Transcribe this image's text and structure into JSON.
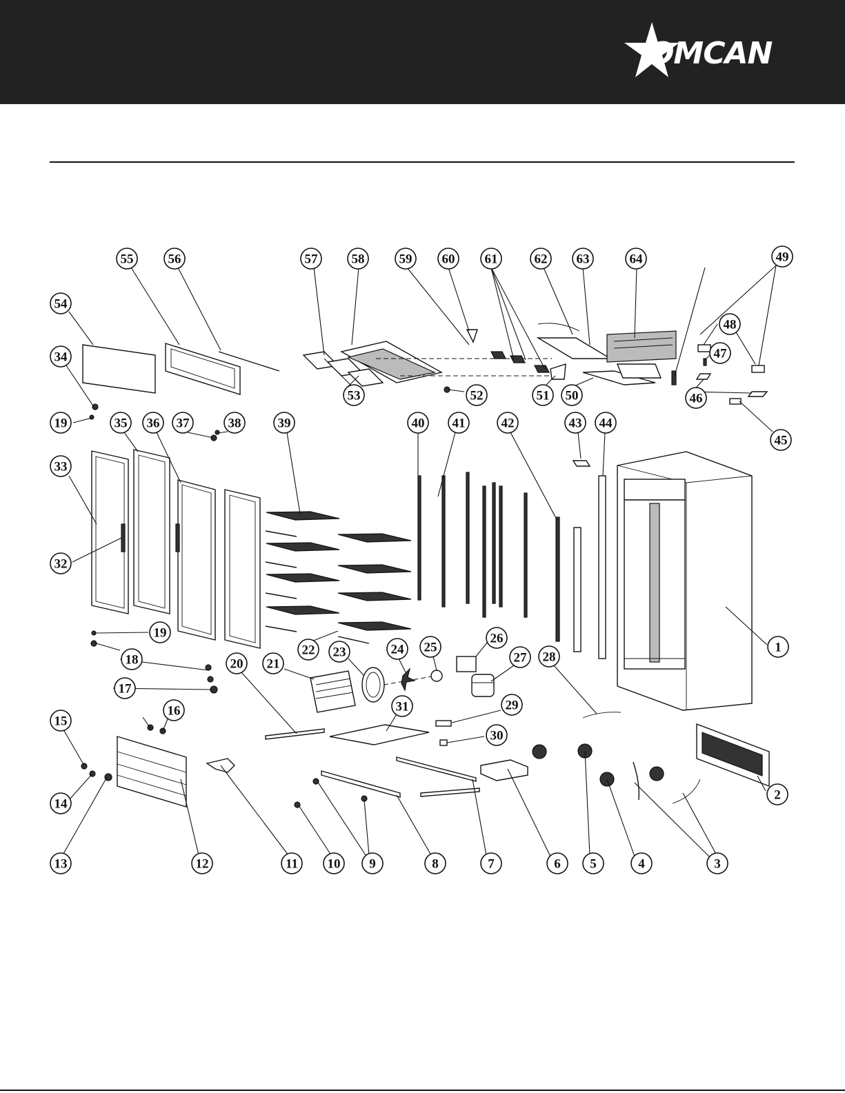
{
  "header": {
    "brand": "OMCAN",
    "background": "#222222",
    "logo_icon": "star-icon"
  },
  "diagram": {
    "callouts": [
      "1",
      "2",
      "3",
      "4",
      "5",
      "6",
      "7",
      "8",
      "9",
      "10",
      "11",
      "12",
      "13",
      "14",
      "15",
      "16",
      "17",
      "18",
      "19",
      "19",
      "20",
      "21",
      "22",
      "23",
      "24",
      "25",
      "26",
      "27",
      "28",
      "29",
      "30",
      "31",
      "32",
      "33",
      "34",
      "35",
      "36",
      "37",
      "38",
      "39",
      "40",
      "41",
      "42",
      "43",
      "44",
      "45",
      "46",
      "47",
      "48",
      "49",
      "50",
      "51",
      "52",
      "53",
      "54",
      "55",
      "56",
      "57",
      "58",
      "59",
      "60",
      "61",
      "62",
      "63",
      "64"
    ]
  }
}
